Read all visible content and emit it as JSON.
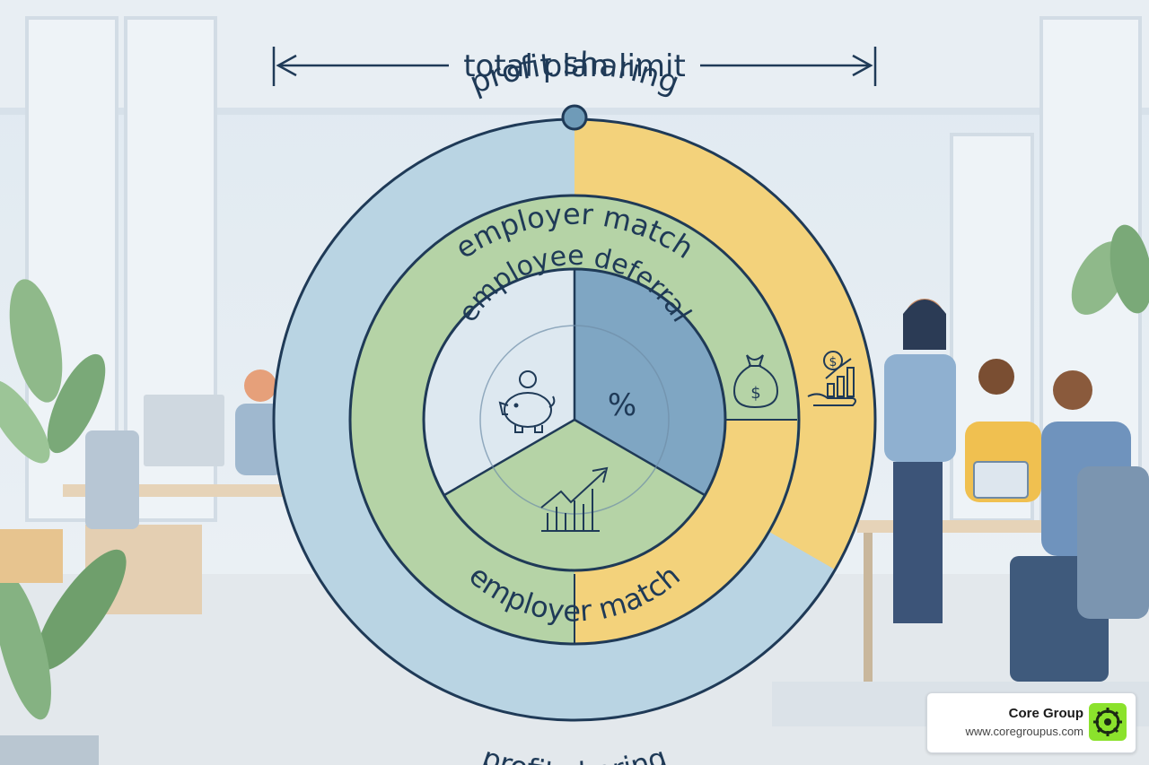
{
  "diagram": {
    "top_label": "total plan limit",
    "outer_ring": {
      "label_top": "profit sharing",
      "label_bottom": "profit sharing"
    },
    "middle_ring": {
      "label_top": "employer match",
      "label_bottom": "employer match"
    },
    "inner_circle": {
      "label": "employee deferral",
      "percent_symbol": "%"
    },
    "icons": [
      "piggy-bank-icon",
      "growth-chart-icon",
      "money-bag-icon",
      "investment-hand-icon"
    ],
    "colors": {
      "blue": "#b9d4e3",
      "yellow": "#f3d27b",
      "green": "#b5d3a6",
      "inner_light": "#dde8f0",
      "inner_blue": "#7fa6c3",
      "outline": "#1f3a57"
    }
  },
  "brand": {
    "name": "Core Group",
    "url": "www.coregroupus.com"
  }
}
